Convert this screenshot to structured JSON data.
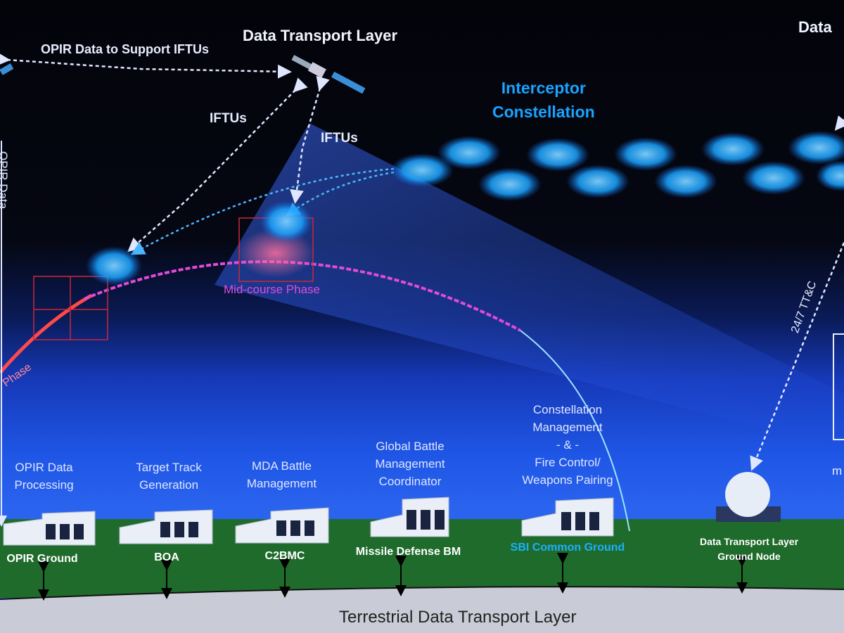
{
  "diagram": {
    "title_top": "Data Transport Layer",
    "title_top_right": "Data",
    "opir_link_label": "OPIR Data to Support IFTUs",
    "iftus_left": "IFTUs",
    "iftus_right": "IFTUs",
    "interceptor_constellation": "Interceptor\nConstellation",
    "opir_data_vertical": "OPIR Data",
    "phase_label_left": "Phase",
    "midcourse_label": "Mid-course Phase",
    "ttc_label": "24/7 TT&C",
    "edge_fragment_right": "m",
    "functions": [
      {
        "text": "OPIR Data\nProcessing"
      },
      {
        "text": "Target Track\nGeneration"
      },
      {
        "text": "MDA Battle\nManagement"
      },
      {
        "text": "Global Battle\nManagement\nCoordinator"
      },
      {
        "text": "Constellation\nManagement\n- & -\nFire Control/\nWeapons Pairing"
      }
    ],
    "ground_sites": [
      {
        "label": "OPIR Ground"
      },
      {
        "label": "BOA"
      },
      {
        "label": "C2BMC"
      },
      {
        "label": "Missile Defense BM"
      },
      {
        "label": "SBI Common Ground"
      },
      {
        "label": "Data Transport Layer\nGround Node"
      }
    ],
    "terrestrial_layer": "Terrestrial Data Transport Layer",
    "colors": {
      "space": "#03040a",
      "atmosphere": "#2a63ee",
      "ground": "#1f6b2b",
      "trajectory": "#e24ad8",
      "interceptor_glow": "#1aa3ff",
      "ground_band": "#c9cbd6"
    }
  }
}
